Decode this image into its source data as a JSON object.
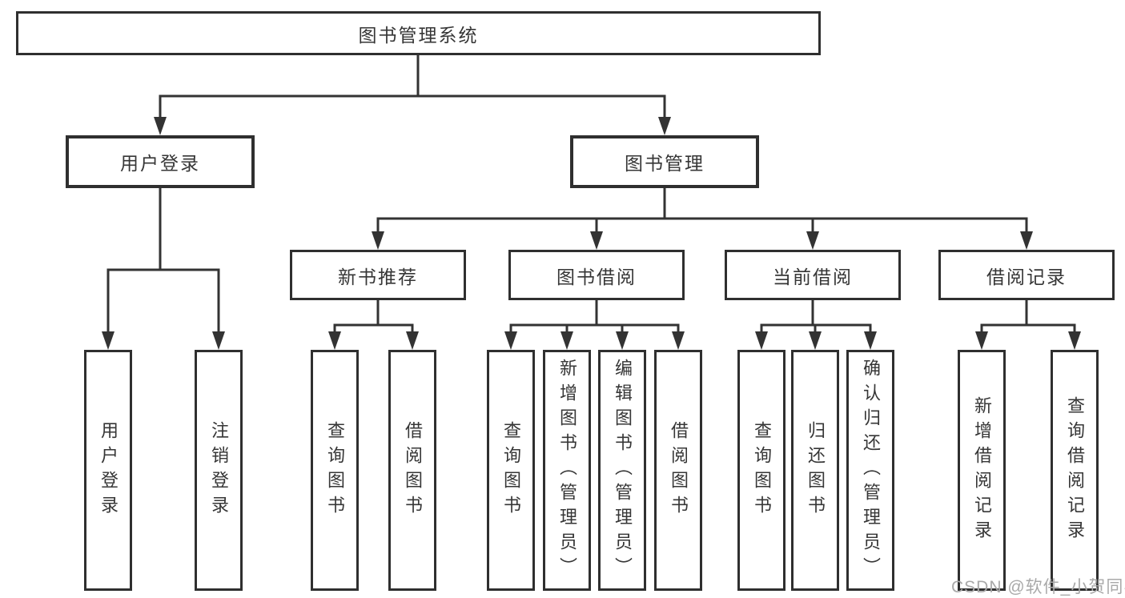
{
  "diagram": {
    "colors": {
      "line": "#333333",
      "box_border": "#2f2f2f",
      "box_fill": "#ffffff",
      "text": "#363636",
      "watermark": "#a9a9a9"
    },
    "watermark": "CSDN @软件_小贺同学",
    "nodes": {
      "root": {
        "label": "图书管理系统"
      },
      "level2": [
        {
          "label": "用户登录"
        },
        {
          "label": "图书管理"
        }
      ],
      "level3": [
        {
          "label": "新书推荐"
        },
        {
          "label": "图书借阅"
        },
        {
          "label": "当前借阅"
        },
        {
          "label": "借阅记录"
        }
      ],
      "leaves": {
        "user_login": [
          "用户登录",
          "注销登录"
        ],
        "new_books": [
          "查询图书",
          "借阅图书"
        ],
        "book_borrow": [
          "查询图书",
          "新增图书（管理员）",
          "编辑图书（管理员）",
          "借阅图书"
        ],
        "current_borrow": [
          "查询图书",
          "归还图书",
          "确认归还（管理员）"
        ],
        "borrow_records": [
          "新增借阅记录",
          "查询借阅记录"
        ]
      }
    }
  }
}
